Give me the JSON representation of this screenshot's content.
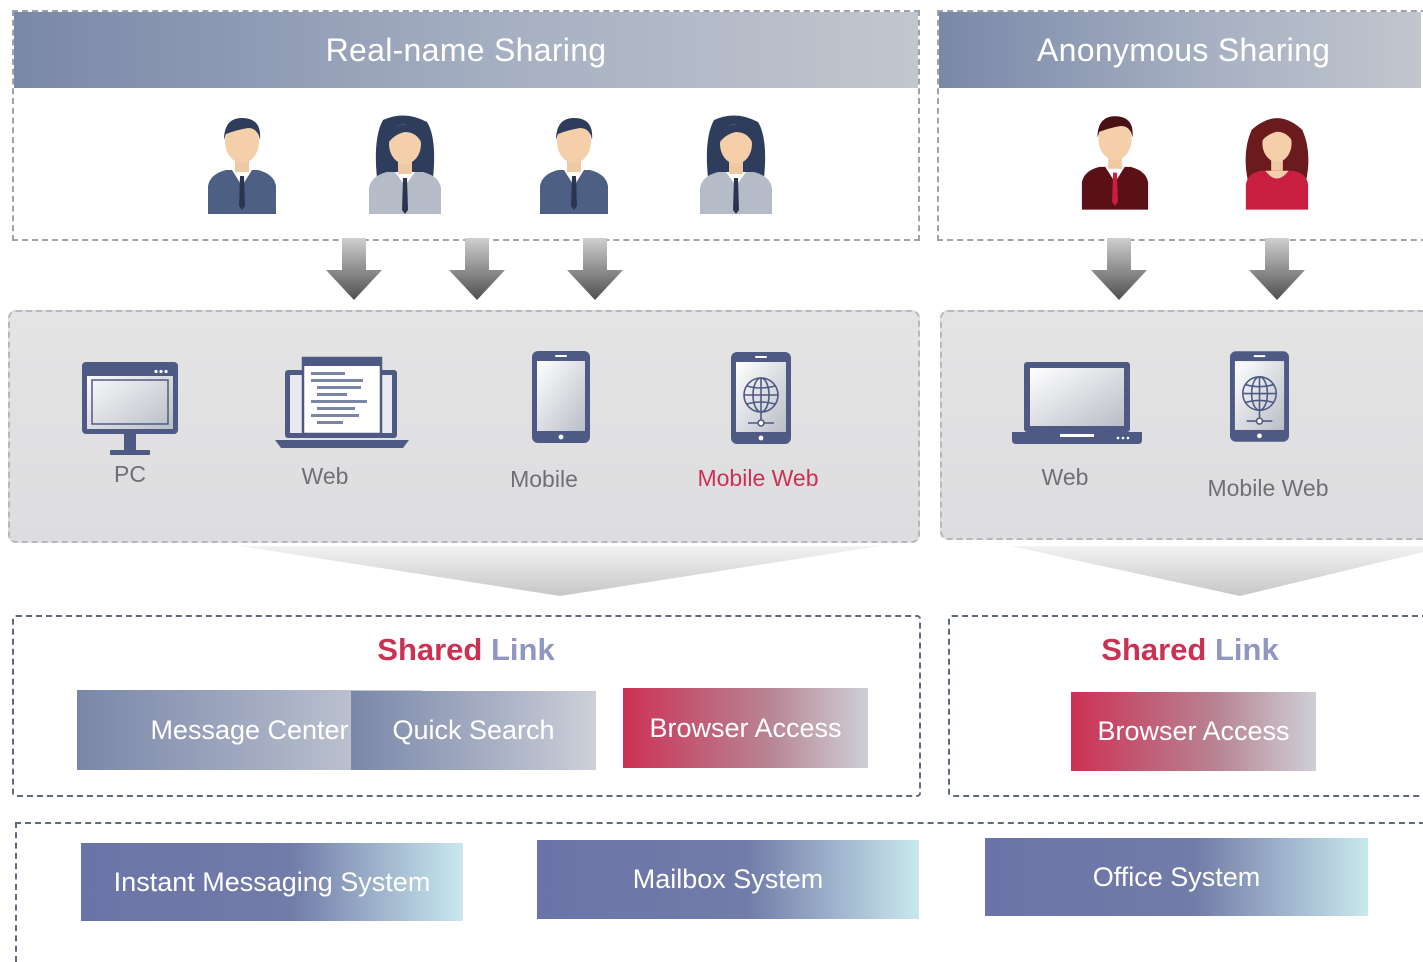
{
  "left_panel": {
    "title": "Real-name Sharing",
    "devices": [
      {
        "icon": "desktop-monitor-icon",
        "label": "PC"
      },
      {
        "icon": "laptop-code-icon",
        "label": "Web"
      },
      {
        "icon": "smartphone-icon",
        "label": "Mobile"
      },
      {
        "icon": "mobile-globe-icon",
        "label": "Mobile Web"
      }
    ],
    "shared_link": {
      "word1": "Shared",
      "word2": "Link"
    },
    "buttons": [
      "Message Center",
      "Quick Search",
      "Browser Access"
    ]
  },
  "right_panel": {
    "title": "Anonymous Sharing",
    "devices": [
      {
        "icon": "laptop-icon",
        "label": "Web"
      },
      {
        "icon": "mobile-globe-icon",
        "label": "Mobile Web"
      }
    ],
    "shared_link": {
      "word1": "Shared",
      "word2": "Link"
    },
    "buttons": [
      "Browser Access"
    ]
  },
  "systems": [
    "Instant Messaging System",
    "Mailbox System",
    "Office System"
  ],
  "colors": {
    "header_blue": "#7a88a8",
    "accent_red": "#cc3154",
    "link_purple": "#8f96c2",
    "system_blue": "#6a74a8",
    "person_suit": "#4e5f84",
    "person_anon_suit": "#5a1116",
    "person_anon_dress": "#c81e3f"
  }
}
